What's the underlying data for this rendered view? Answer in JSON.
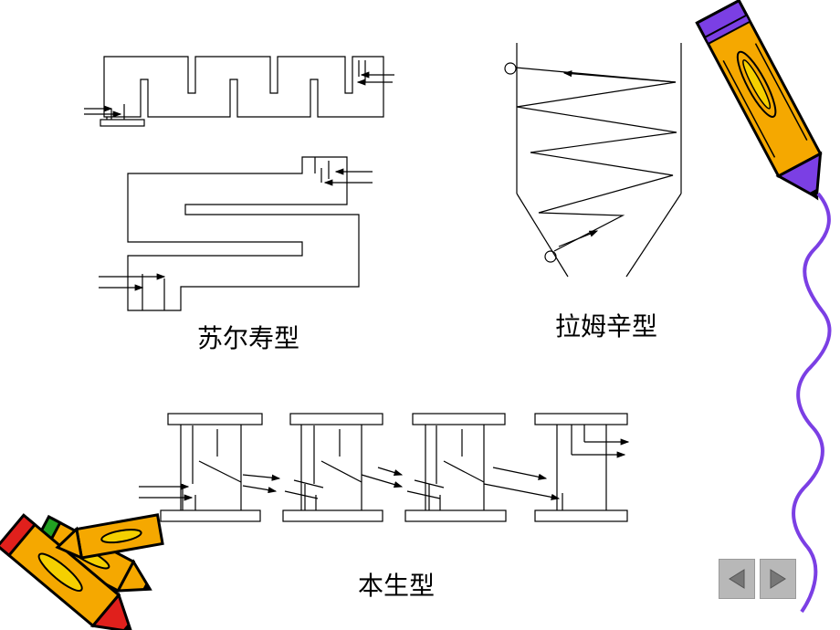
{
  "diagram": {
    "captions": {
      "sulzer": "苏尔寿型",
      "ramzin": "拉姆辛型",
      "benson": "本生型"
    }
  },
  "navigation": {
    "prev_icon": "triangle-left-icon",
    "next_icon": "triangle-right-icon"
  },
  "decorations": {
    "top_right": "pencil-icon",
    "bottom_left": "crossed-pencils-icon",
    "right_edge": "wavy-line"
  },
  "colors": {
    "line": "#000000",
    "pencil_body": "#f5a800",
    "pencil_band": "#7b3fe4",
    "wave": "#7b3fe4",
    "nav_button": "#b8b8b8"
  }
}
